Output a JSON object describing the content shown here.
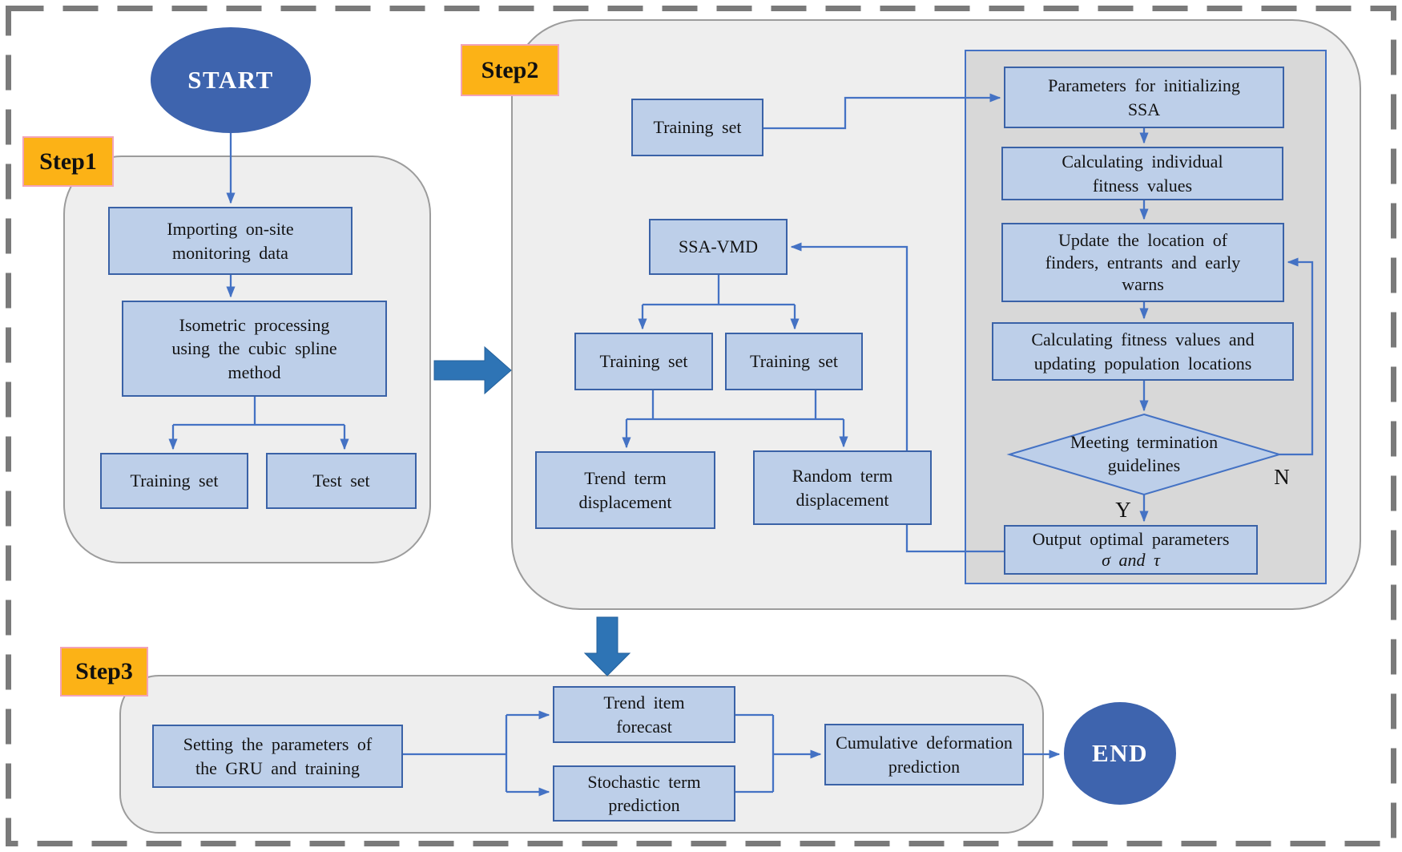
{
  "palette": {
    "line": "#4472c4",
    "box_fill": "#bdcfe9",
    "box_border": "#3a62a7",
    "container_fill": "#eeeeee",
    "container_border": "#9c9c9c",
    "panel_fill": "#d8d8d8",
    "terminal_fill": "#3e64ae",
    "badge_fill": "#fcb216",
    "badge_border": "#f2a3b8",
    "block_arrow": "#2e74b5",
    "dashed_border": "#7a7a7a"
  },
  "terminals": {
    "start": "START",
    "end": "END"
  },
  "badges": {
    "step1": "Step1",
    "step2": "Step2",
    "step3": "Step3"
  },
  "decision_labels": {
    "yes": "Y",
    "no": "N"
  },
  "nodes": {
    "importing": {
      "lines": [
        "Importing on-site",
        "monitoring data"
      ]
    },
    "isometric": {
      "lines": [
        "Isometric processing",
        "using the cubic spline",
        "method"
      ]
    },
    "training_a": {
      "lines": [
        "Training set"
      ]
    },
    "test_set": {
      "lines": [
        "Test set"
      ]
    },
    "training_top": {
      "lines": [
        "Training set"
      ]
    },
    "ssa_vmd": {
      "lines": [
        "SSA-VMD"
      ]
    },
    "training_left": {
      "lines": [
        "Training set"
      ]
    },
    "training_right": {
      "lines": [
        "Training set"
      ]
    },
    "trend_disp": {
      "lines": [
        "Trend term",
        "displacement"
      ]
    },
    "random_disp": {
      "lines": [
        "Random term",
        "displacement"
      ]
    },
    "params_init": {
      "lines": [
        "Parameters for initializing",
        "SSA"
      ]
    },
    "calc_individual": {
      "lines": [
        "Calculating individual",
        "fitness values"
      ]
    },
    "update_location": {
      "lines": [
        "Update the location of",
        "finders, entrants and early",
        "warns"
      ]
    },
    "calc_fitness": {
      "lines": [
        "Calculating fitness values and",
        "updating population locations"
      ]
    },
    "meeting": {
      "lines": [
        "Meeting termination",
        "guidelines"
      ]
    },
    "output_params": {
      "lines": [
        "Output optimal parameters",
        "σ and τ"
      ]
    },
    "setting_gru": {
      "lines": [
        "Setting the parameters of",
        "the GRU and training"
      ]
    },
    "trend_forecast": {
      "lines": [
        "Trend item",
        "forecast"
      ]
    },
    "stochastic": {
      "lines": [
        "Stochastic term",
        "prediction"
      ]
    },
    "cumulative": {
      "lines": [
        "Cumulative deformation",
        "prediction"
      ]
    }
  }
}
